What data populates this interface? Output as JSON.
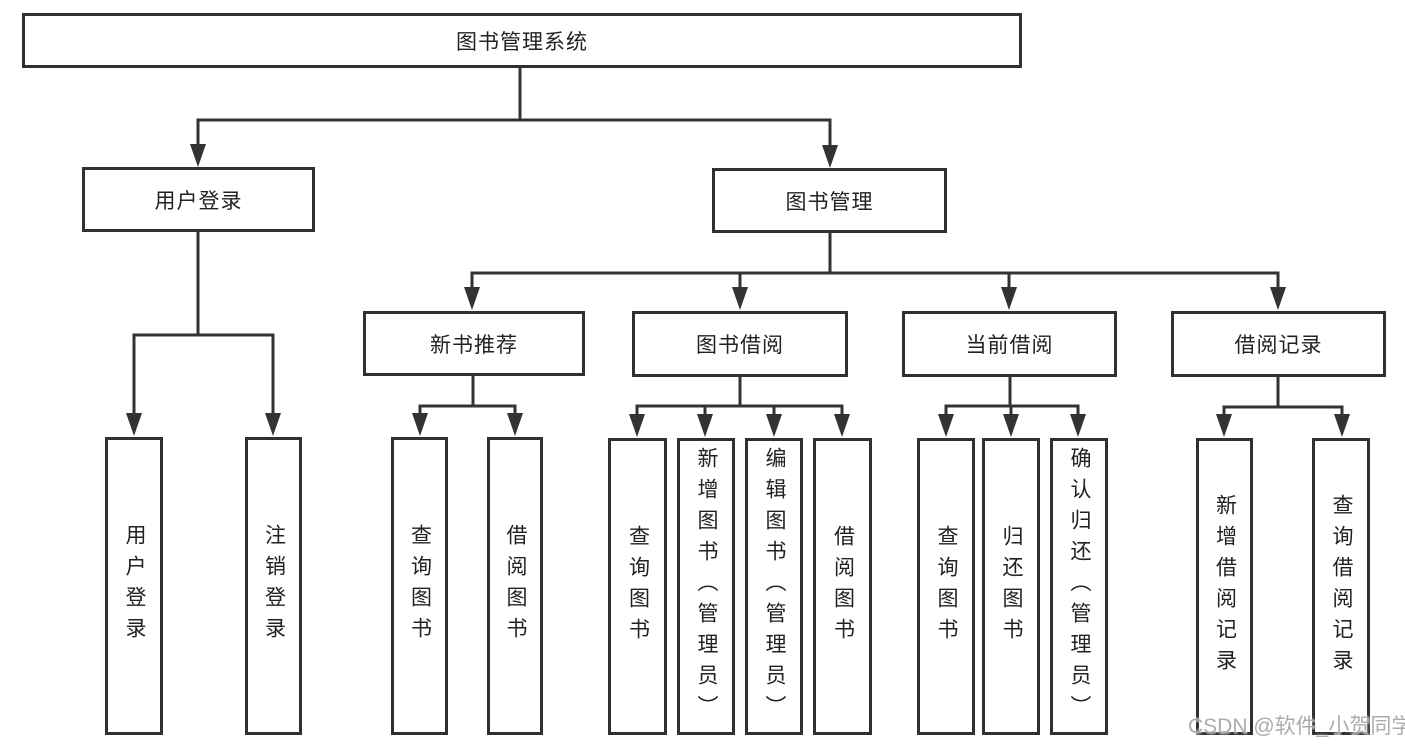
{
  "nodes": {
    "root": "图书管理系统",
    "user_login": "用户登录",
    "book_mgmt": "图书管理",
    "new_book_rec": "新书推荐",
    "book_borrow": "图书借阅",
    "current_borrow": "当前借阅",
    "borrow_record": "借阅记录",
    "ul_login": "用户登录",
    "ul_logout": "注销登录",
    "nb_query": "查询图书",
    "nb_borrow": "借阅图书",
    "bb_query": "查询图书",
    "bb_add": "新增图书（管理员）",
    "bb_edit": "编辑图书（管理员）",
    "bb_borrow": "借阅图书",
    "cb_query": "查询图书",
    "cb_return": "归还图书",
    "cb_confirm": "确认归还（管理员）",
    "br_add": "新增借阅记录",
    "br_query": "查询借阅记录"
  },
  "watermark": "CSDN @软件_小贺同学",
  "colors": {
    "line": "#333333",
    "box_border": "#303030",
    "box_fill": "#ffffff",
    "text": "#222222",
    "watermark": "#a8a8a8"
  }
}
